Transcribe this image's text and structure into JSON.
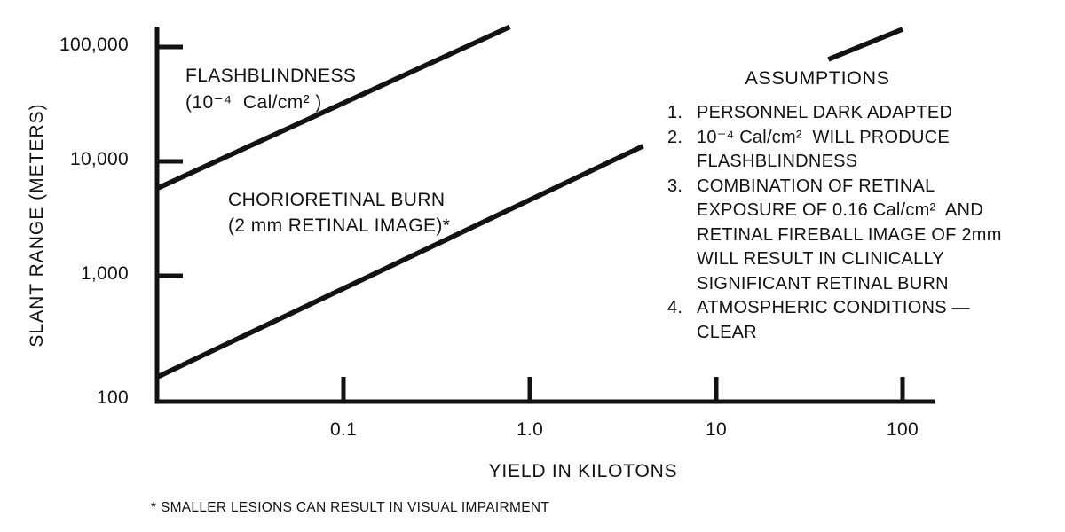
{
  "figure": {
    "footnote": "* SMALLER LESIONS CAN RESULT IN VISUAL IMPAIRMENT"
  },
  "assumptions": {
    "title": "ASSUMPTIONS",
    "items": [
      {
        "number": "1.",
        "lines": [
          "PERSONNEL DARK ADAPTED"
        ]
      },
      {
        "number": "2.",
        "lines": [
          "10⁻⁴ Cal/cm²  WILL PRODUCE",
          "FLASHBLINDNESS"
        ]
      },
      {
        "number": "3.",
        "lines": [
          "COMBINATION OF RETINAL",
          "EXPOSURE OF 0.16 Cal/cm²  AND",
          "RETINAL FIREBALL IMAGE OF 2mm",
          "WILL RESULT IN CLINICALLY",
          "SIGNIFICANT RETINAL BURN"
        ]
      },
      {
        "number": "4.",
        "lines": [
          "ATMOSPHERIC CONDITIONS —",
          "CLEAR"
        ]
      }
    ]
  },
  "chart_data": {
    "type": "line",
    "scale": "log-log",
    "grid": false,
    "legend": "inline-annotations",
    "x_axis": {
      "label": "YIELD IN KILOTONS",
      "scale": "log",
      "ticks": [
        0.1,
        1.0,
        10,
        100
      ],
      "tick_labels": [
        "0.1",
        "1.0",
        "10",
        "100"
      ],
      "range": [
        0.01,
        150
      ]
    },
    "y_axis": {
      "label": "SLANT RANGE (METERS)",
      "scale": "log",
      "ticks": [
        100,
        1000,
        10000,
        100000
      ],
      "tick_labels": [
        "100",
        "1,000",
        "10,000",
        "100,000"
      ],
      "range": [
        100,
        200000
      ]
    },
    "series": [
      {
        "id": "flashblindness",
        "name": "FLASHBLINDNESS (10⁻⁴ Cal/cm²)",
        "annotation_lines": [
          "FLASHBLINDNESS",
          "(10⁻⁴  Cal/cm² )"
        ],
        "segments": [
          [
            [
              0.01,
              5800
            ],
            [
              0.78,
              150000
            ]
          ]
        ]
      },
      {
        "id": "chorioretinal-burn",
        "name": "CHORIORETINAL BURN (2 mm RETINAL IMAGE)*",
        "annotation_lines": [
          "CHORIORETINAL BURN",
          "(2 mm RETINAL IMAGE)*"
        ],
        "segments": [
          [
            [
              0.01,
              130
            ],
            [
              4.05,
              13600
            ]
          ],
          [
            [
              40,
              78000
            ],
            [
              100,
              143000
            ]
          ]
        ]
      }
    ]
  }
}
